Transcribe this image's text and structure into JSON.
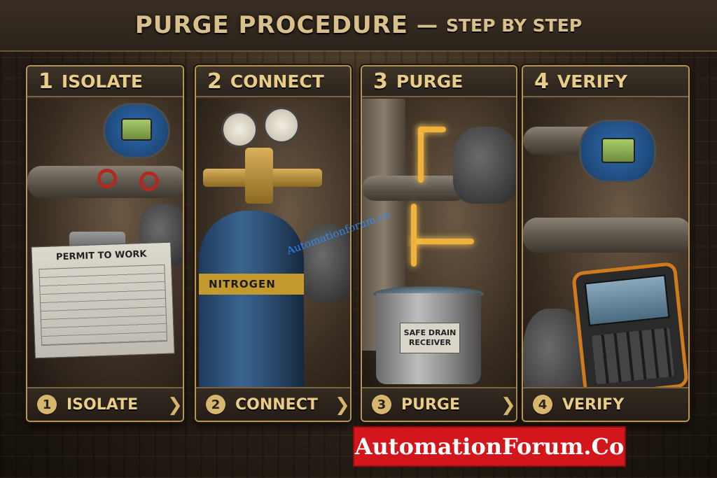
{
  "header": {
    "title_main": "PURGE PROCEDURE",
    "title_separator": "—",
    "title_sub": "STEP BY STEP"
  },
  "steps": [
    {
      "number": "1",
      "label": "ISOLATE",
      "footer_number": "1",
      "footer_label": "ISOLATE",
      "card_text": "PERMIT TO WORK"
    },
    {
      "number": "2",
      "label": "CONNECT",
      "footer_number": "2",
      "footer_label": "CONNECT",
      "card_text": "NITROGEN"
    },
    {
      "number": "3",
      "label": "PURGE",
      "footer_number": "3",
      "footer_label": "PURGE",
      "card_text": "SAFE DRAIN RECEIVER"
    },
    {
      "number": "4",
      "label": "VERIFY",
      "footer_number": "4",
      "footer_label": "VERIFY"
    }
  ],
  "watermark": "Automationforum.co",
  "brand_badge": "AutomationForum.Co",
  "colors": {
    "accent_gold": "#e9cc86",
    "panel_border": "#b8944f",
    "brand_red": "#d2161b"
  },
  "icons": [
    "arrow-right-icon",
    "arrow-right-icon",
    "arrow-right-icon"
  ]
}
